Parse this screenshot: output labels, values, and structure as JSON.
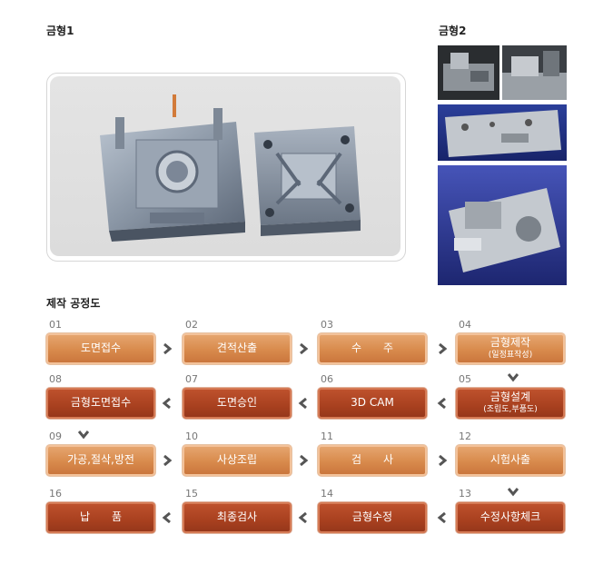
{
  "section1_title": "금형1",
  "section2_title": "금형2",
  "process_title": "제작 공정도",
  "steps": [
    {
      "num": "01",
      "label": "도면접수",
      "sub": ""
    },
    {
      "num": "02",
      "label": "견적산출",
      "sub": ""
    },
    {
      "num": "03",
      "label": "수　　주",
      "sub": ""
    },
    {
      "num": "04",
      "label": "금형제작",
      "sub": "(일정표작성)"
    },
    {
      "num": "05",
      "label": "금형설계",
      "sub": "(조립도,부품도)"
    },
    {
      "num": "06",
      "label": "3D CAM",
      "sub": ""
    },
    {
      "num": "07",
      "label": "도면승인",
      "sub": ""
    },
    {
      "num": "08",
      "label": "금형도면접수",
      "sub": ""
    },
    {
      "num": "09",
      "label": "가공,절삭,방전",
      "sub": ""
    },
    {
      "num": "10",
      "label": "사상조립",
      "sub": ""
    },
    {
      "num": "11",
      "label": "검　　사",
      "sub": ""
    },
    {
      "num": "12",
      "label": "시험사출",
      "sub": ""
    },
    {
      "num": "13",
      "label": "수정사항체크",
      "sub": ""
    },
    {
      "num": "14",
      "label": "금형수정",
      "sub": ""
    },
    {
      "num": "15",
      "label": "최종검사",
      "sub": ""
    },
    {
      "num": "16",
      "label": "납　　품",
      "sub": ""
    }
  ],
  "colors": {
    "light_step": "#d88a4c",
    "dark_step": "#a8401f",
    "arrow": "#555555"
  }
}
